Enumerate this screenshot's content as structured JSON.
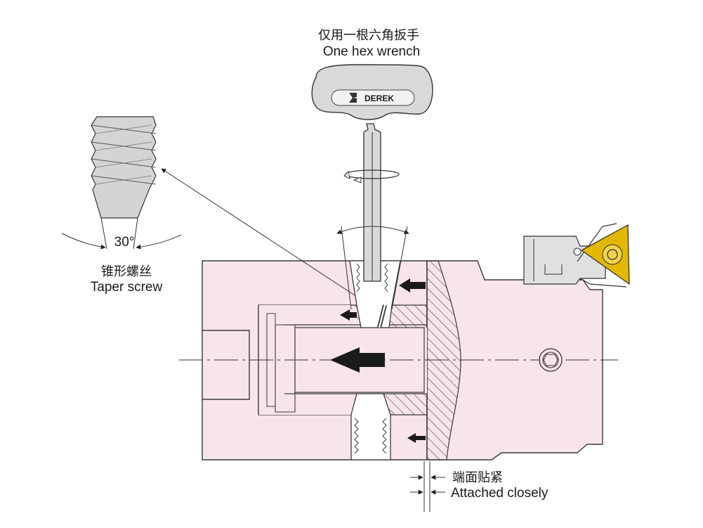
{
  "wrench_label": {
    "cn": "仅用一根六角扳手",
    "en": "One hex wrench"
  },
  "wrench_brand": "DEREK",
  "taper_label": {
    "cn": "锥形螺丝",
    "en": "Taper screw"
  },
  "angle_label": "30°",
  "attached_label": {
    "cn": "端面贴紧",
    "en": "Attached closely"
  },
  "colors": {
    "body_fill": "#f7e4ec",
    "outline": "#3a3a3a",
    "grey_part": "#d4d4d4",
    "insert_yellow": "#e2b800"
  }
}
